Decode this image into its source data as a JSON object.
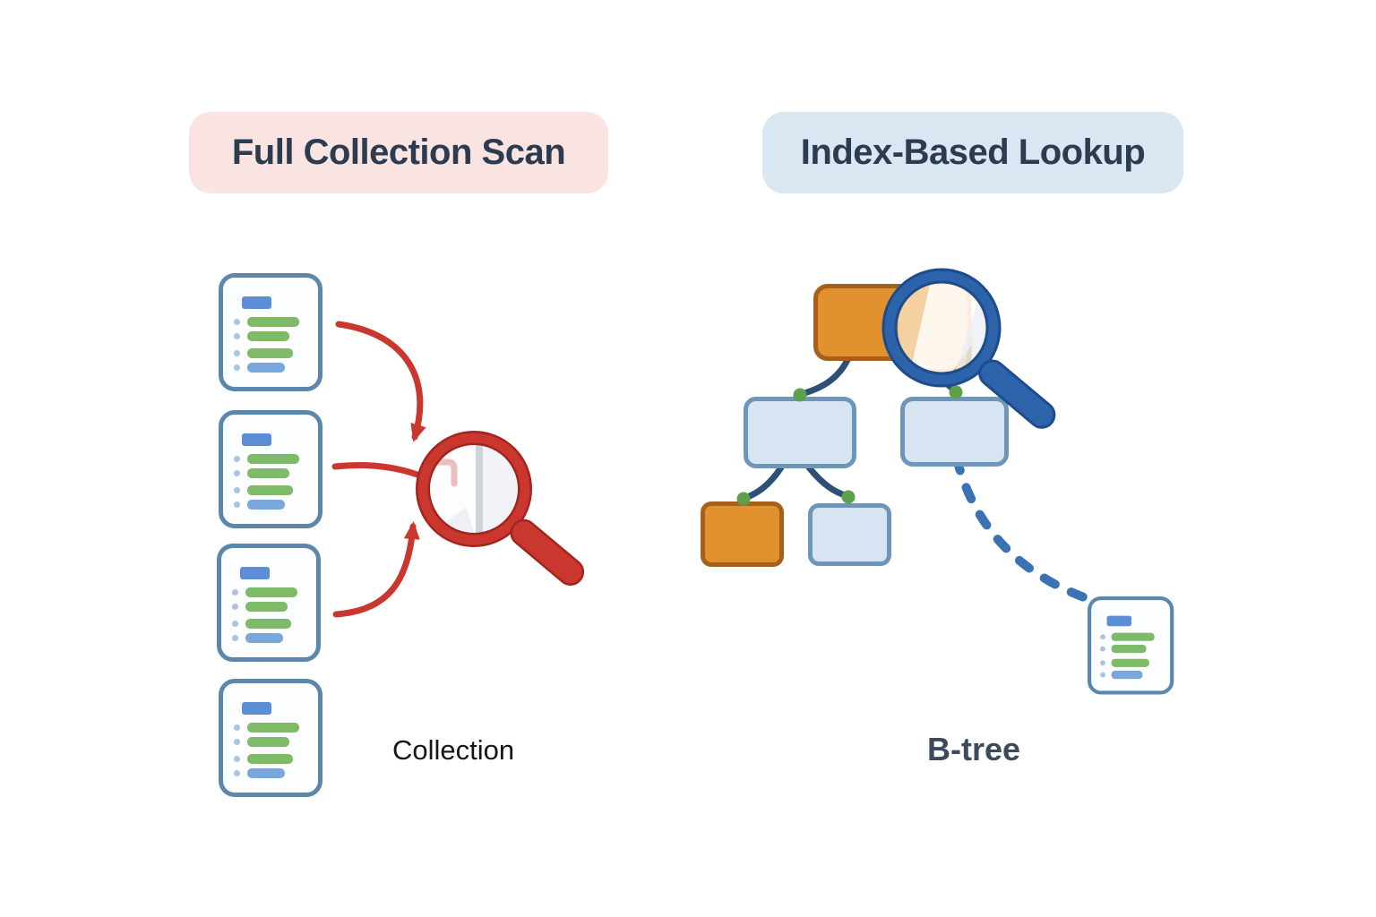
{
  "left_panel": {
    "title": "Full Collection Scan",
    "caption": "Collection",
    "document_count": 4,
    "scan_arrow_count": 3,
    "icon": "red-magnifier-icon"
  },
  "right_panel": {
    "title": "Index-Based Lookup",
    "caption": "B-tree",
    "tree_nodes": [
      {
        "level": 1,
        "role": "root",
        "style": "orange-highlight"
      },
      {
        "level": 2,
        "role": "internal",
        "style": "plain"
      },
      {
        "level": 2,
        "role": "internal",
        "style": "plain"
      },
      {
        "level": 3,
        "role": "leaf",
        "style": "orange-highlight"
      },
      {
        "level": 3,
        "role": "leaf",
        "style": "plain"
      }
    ],
    "icon": "blue-magnifier-icon",
    "result_document_count": 1
  },
  "colors": {
    "page-bg": "#ffffff",
    "pill-pink": "#fae4e2",
    "pill-blue": "#d9e7f3",
    "pill-text": "#2d3b50",
    "caption-dark": "#161616",
    "caption-navy": "#3d4a5e",
    "accent-red": "#c9372f",
    "accent-red-dark": "#a3241f",
    "doc-border": "#5b87ad",
    "doc-fill": "#fcfdff",
    "bar-title": "#5b8ed6",
    "bar-green": "#7eba68",
    "bar-blue": "#78a7dc",
    "bullet": "#a9c4e3",
    "node-orange": "#e2912f",
    "node-orange-border": "#a5611a",
    "node-blue": "#d7e5f3",
    "node-blue-border": "#6e96ba",
    "connector": "#2e5077",
    "leaf-dot": "#5da14c",
    "index-blue": "#2d63aa",
    "index-blue-dark": "#1d4c8c",
    "dashed-blue": "#3a73b4"
  }
}
